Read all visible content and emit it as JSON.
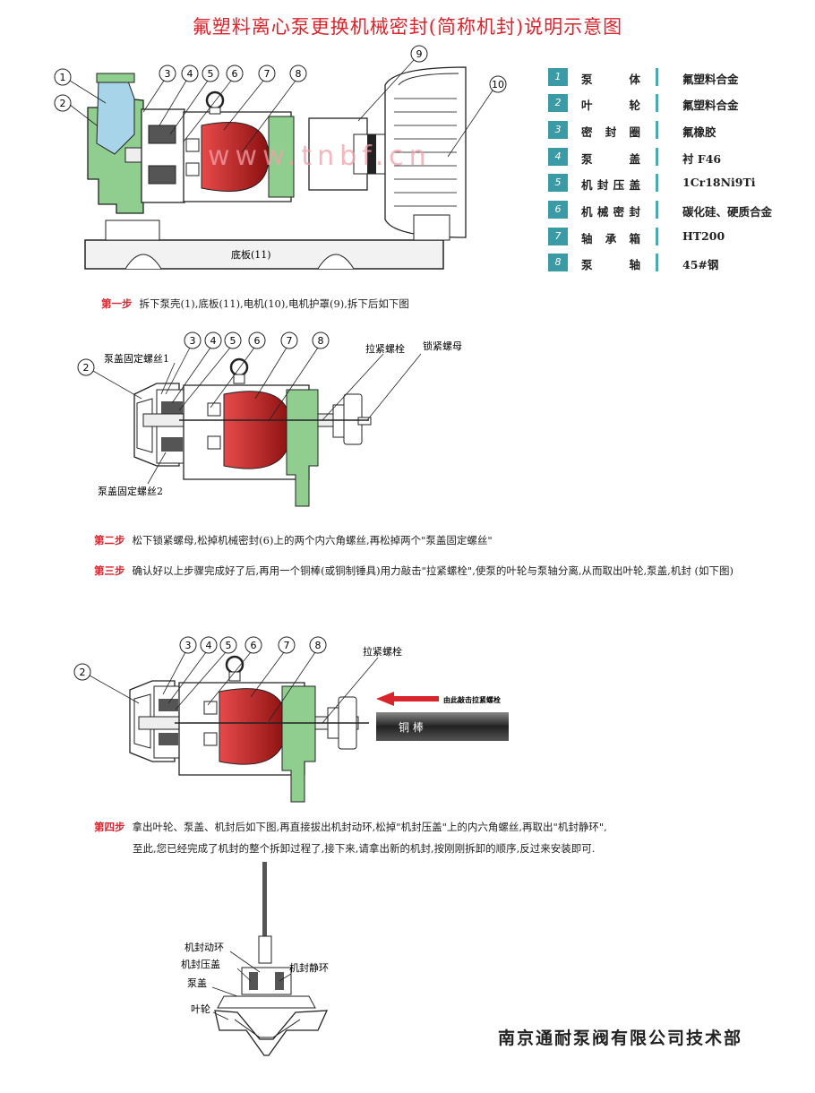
{
  "title": "氟塑料离心泵更换机械密封(简称机封)说明示意图",
  "watermark": "www.tnbf.cn",
  "legend": [
    {
      "num": "1",
      "part": "泵体",
      "material": "氟塑料合金"
    },
    {
      "num": "2",
      "part": "叶轮",
      "material": "氟塑料合金"
    },
    {
      "num": "3",
      "part": "密封圈",
      "material": "氟橡胶"
    },
    {
      "num": "4",
      "part": "泵盖",
      "material": "衬 F46"
    },
    {
      "num": "5",
      "part": "机封压盖",
      "material": "1Cr18Ni9Ti"
    },
    {
      "num": "6",
      "part": "机械密封",
      "material": "碳化硅、硬质合金"
    },
    {
      "num": "7",
      "part": "轴承箱",
      "material": "HT200"
    },
    {
      "num": "8",
      "part": "泵轴",
      "material": "45#钢"
    }
  ],
  "diagram1": {
    "callouts": [
      "1",
      "2",
      "3",
      "4",
      "5",
      "6",
      "7",
      "8",
      "9",
      "10"
    ],
    "base_label": "底板(11)"
  },
  "steps": {
    "s1": {
      "label": "第一步",
      "text": "拆下泵壳(1),底板(11),电机(10),电机护罩(9),拆下后如下图"
    },
    "s2": {
      "label": "第二步",
      "text": "松下锁紧螺母,松掉机械密封(6)上的两个内六角螺丝,再松掉两个\"泵盖固定螺丝\""
    },
    "s3": {
      "label": "第三步",
      "text": "确认好以上步骤完成好了后,再用一个铜棒(或铜制锤具)用力敲击\"拉紧螺栓\",使泵的叶轮与泵轴分离,从而取出叶轮,泵盖,机封 (如下图)"
    },
    "s4": {
      "label": "第四步",
      "text": "拿出叶轮、泵盖、机封后如下图,再直接拔出机封动环,松掉\"机封压盖\"上的内六角螺丝,再取出\"机封静环\","
    },
    "s4b": {
      "text": "至此,您已经完成了机封的整个拆卸过程了,接下来,请拿出新的机封,按刚刚拆卸的顺序,反过来安装即可."
    }
  },
  "diagram2": {
    "callouts": [
      "2",
      "3",
      "4",
      "5",
      "6",
      "7",
      "8"
    ],
    "screw1": "泵盖固定螺丝1",
    "screw2": "泵盖固定螺丝2",
    "tie_bolt": "拉紧螺栓",
    "lock_nut": "锁紧螺母"
  },
  "diagram3": {
    "callouts": [
      "2",
      "3",
      "4",
      "5",
      "6",
      "7",
      "8"
    ],
    "tie_bolt": "拉紧螺栓",
    "arrow_text": "由此敲击拉紧螺栓",
    "rod_label": "铜 棒"
  },
  "diagram4": {
    "rotating_ring": "机封动环",
    "gland": "机封压盖",
    "pump_cover": "泵盖",
    "impeller": "叶轮",
    "stationary_ring": "机封静环"
  },
  "company": "南京通耐泵阀有限公司技术部",
  "colors": {
    "title": "#d9242b",
    "teal": "#3a9aa6",
    "green": "#8fce8f",
    "red": "#c81c1c",
    "blue": "#a8d4ea"
  }
}
